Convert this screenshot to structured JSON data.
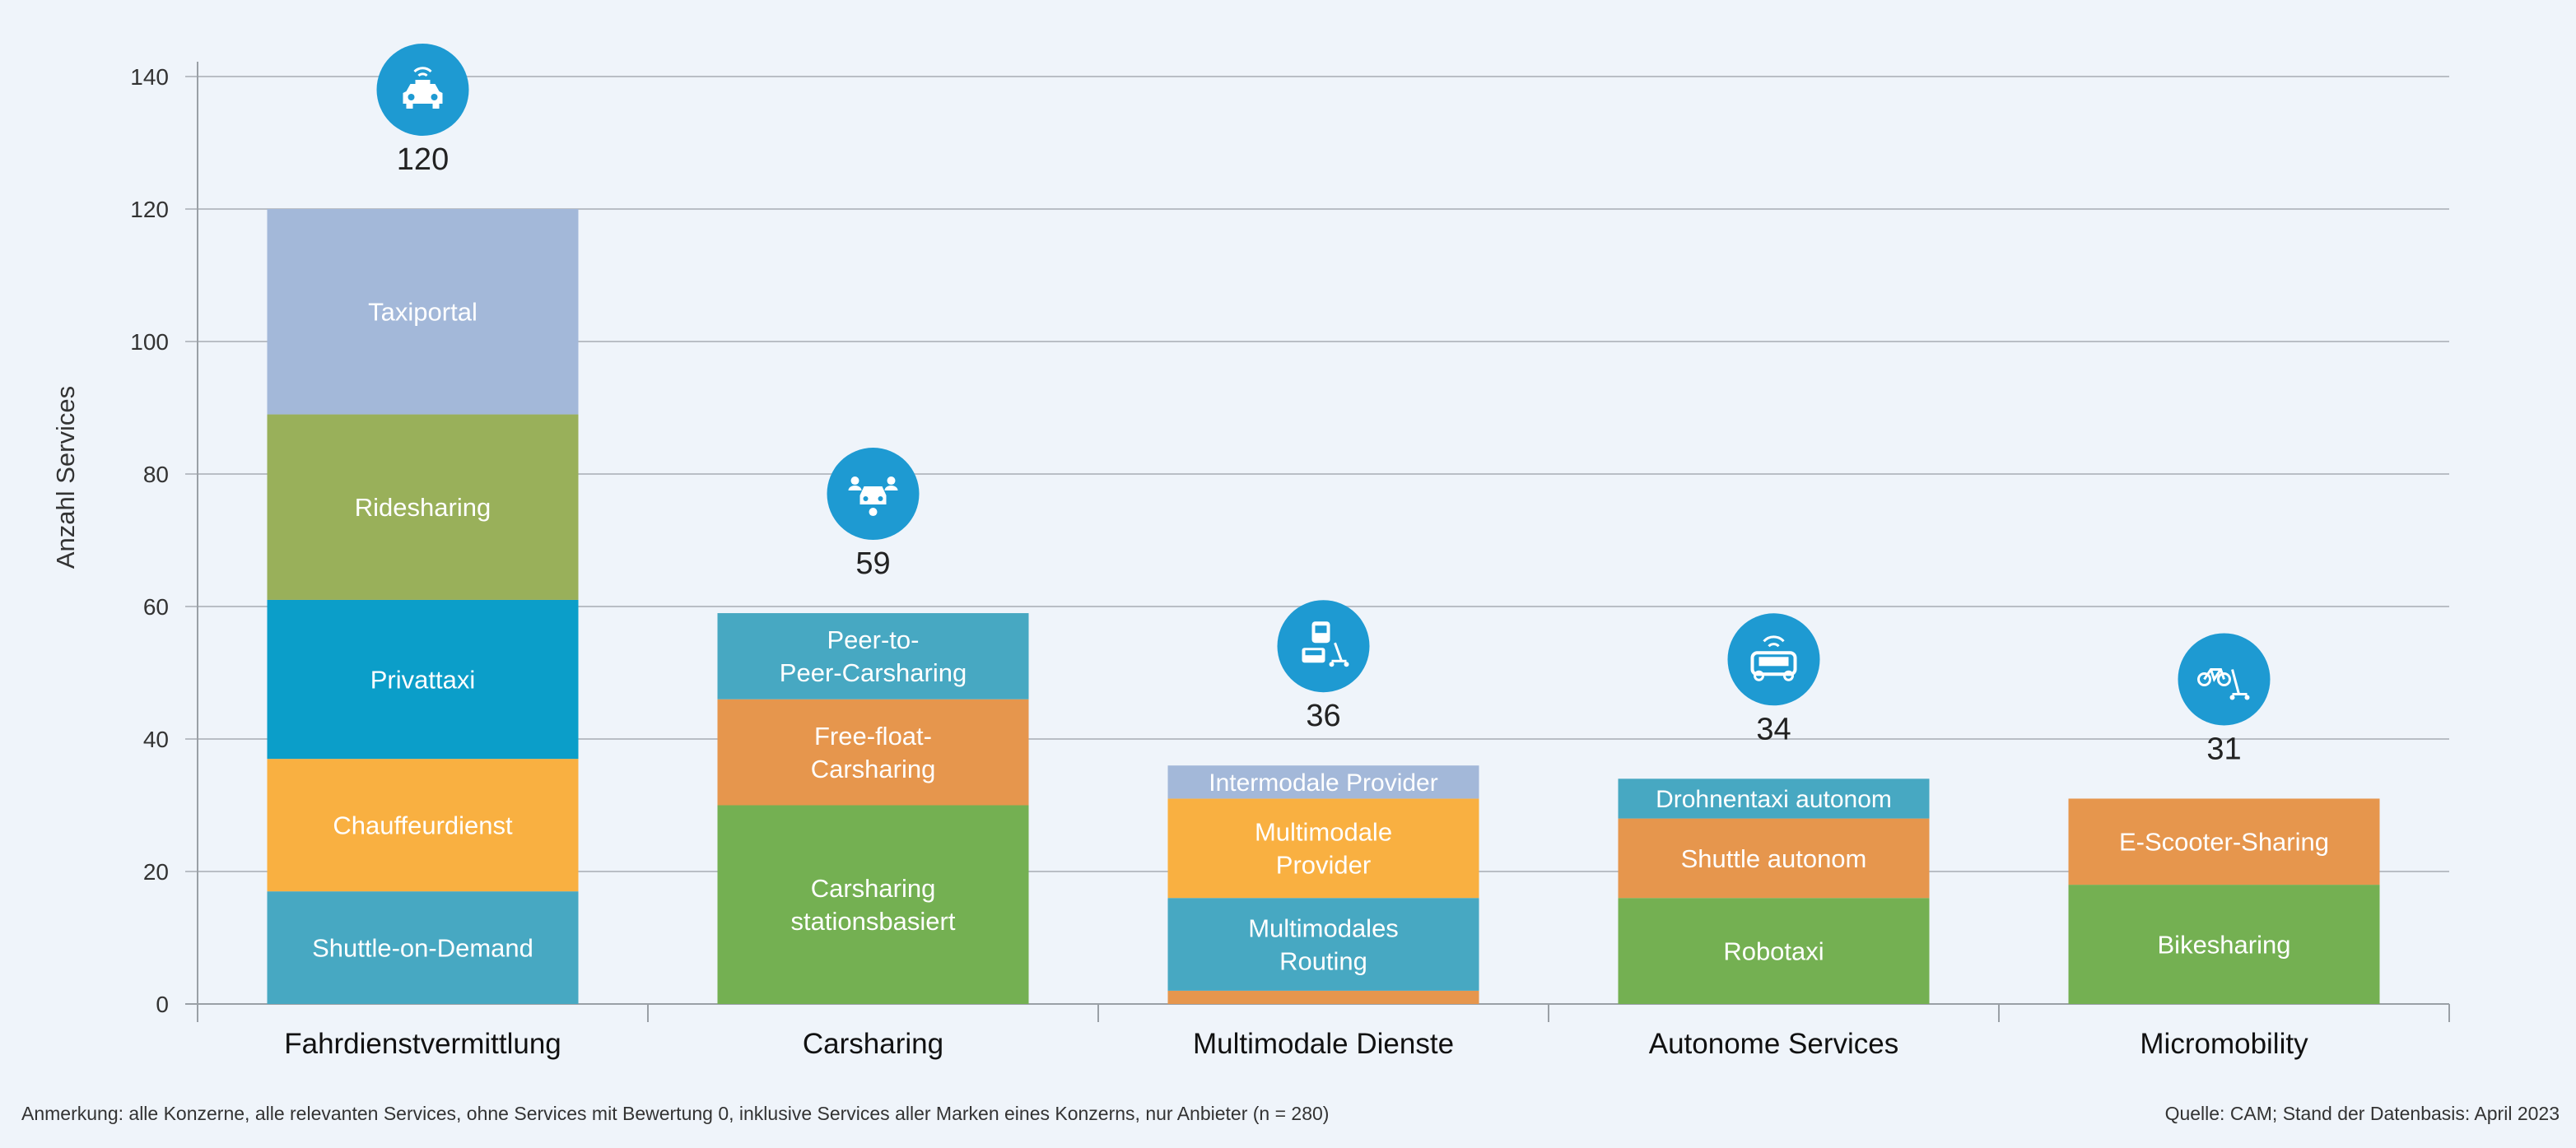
{
  "chart_data": {
    "type": "bar",
    "stacked": true,
    "ylabel": "Anzahl Services",
    "ylim": [
      0,
      140
    ],
    "yticks": [
      0,
      20,
      40,
      60,
      80,
      100,
      120,
      140
    ],
    "grid": true,
    "categories": [
      {
        "name": "Fahrdienstvermittlung",
        "total_label": "120",
        "icon": "taxi-icon",
        "segments": [
          {
            "label": "Shuttle-on-Demand",
            "value": 17,
            "color": "#47a8c2"
          },
          {
            "label": "Chauffeurdienst",
            "value": 20,
            "color": "#f9b041"
          },
          {
            "label": "Privattaxi",
            "value": 24,
            "color": "#0b9ec9"
          },
          {
            "label": "Ridesharing",
            "value": 28,
            "color": "#99b05a"
          },
          {
            "label": "Taxiportal",
            "value": 31,
            "color": "#a3b8d9"
          }
        ]
      },
      {
        "name": "Carsharing",
        "total_label": "59",
        "icon": "carsharing-icon",
        "segments": [
          {
            "label": "Carsharing stationsbasiert",
            "value": 30,
            "color": "#74b052"
          },
          {
            "label": "Free-float-Carsharing",
            "value": 16,
            "color": "#e6964d"
          },
          {
            "label": "Peer-to-Peer-Carsharing",
            "value": 13,
            "color": "#47a8c2"
          }
        ]
      },
      {
        "name": "Multimodale Dienste",
        "total_label": "36",
        "icon": "multimodal-icon",
        "segments": [
          {
            "label": "",
            "value": 2,
            "color": "#e6964d"
          },
          {
            "label": "Multimodales Routing",
            "value": 14,
            "color": "#47a8c2"
          },
          {
            "label": "Multimodale Provider",
            "value": 15,
            "color": "#f9b041"
          },
          {
            "label": "Intermodale Provider",
            "value": 5,
            "color": "#a3b8d9"
          }
        ]
      },
      {
        "name": "Autonome Services",
        "total_label": "34",
        "icon": "autonomous-shuttle-icon",
        "segments": [
          {
            "label": "Robotaxi",
            "value": 16,
            "color": "#74b052"
          },
          {
            "label": "Shuttle autonom",
            "value": 12,
            "color": "#e6964d"
          },
          {
            "label": "Drohnentaxi autonom",
            "value": 6,
            "color": "#47a8c2"
          }
        ]
      },
      {
        "name": "Micromobility",
        "total_label": "31",
        "icon": "bike-scooter-icon",
        "segments": [
          {
            "label": "Bikesharing",
            "value": 18,
            "color": "#74b052"
          },
          {
            "label": "E-Scooter-Sharing",
            "value": 13,
            "color": "#e6964d"
          }
        ]
      }
    ]
  },
  "footer": {
    "note": "Anmerkung: alle Konzerne, alle relevanten Services, ohne Services mit Bewertung 0, inklusive Services aller Marken eines Konzerns, nur Anbieter (n = 280)",
    "source": "Quelle: CAM; Stand der Datenbasis: April 2023"
  },
  "colors": {
    "icon_circle": "#1e9ad2",
    "grid": "#b9bec5",
    "axis": "#9aa0a6"
  }
}
